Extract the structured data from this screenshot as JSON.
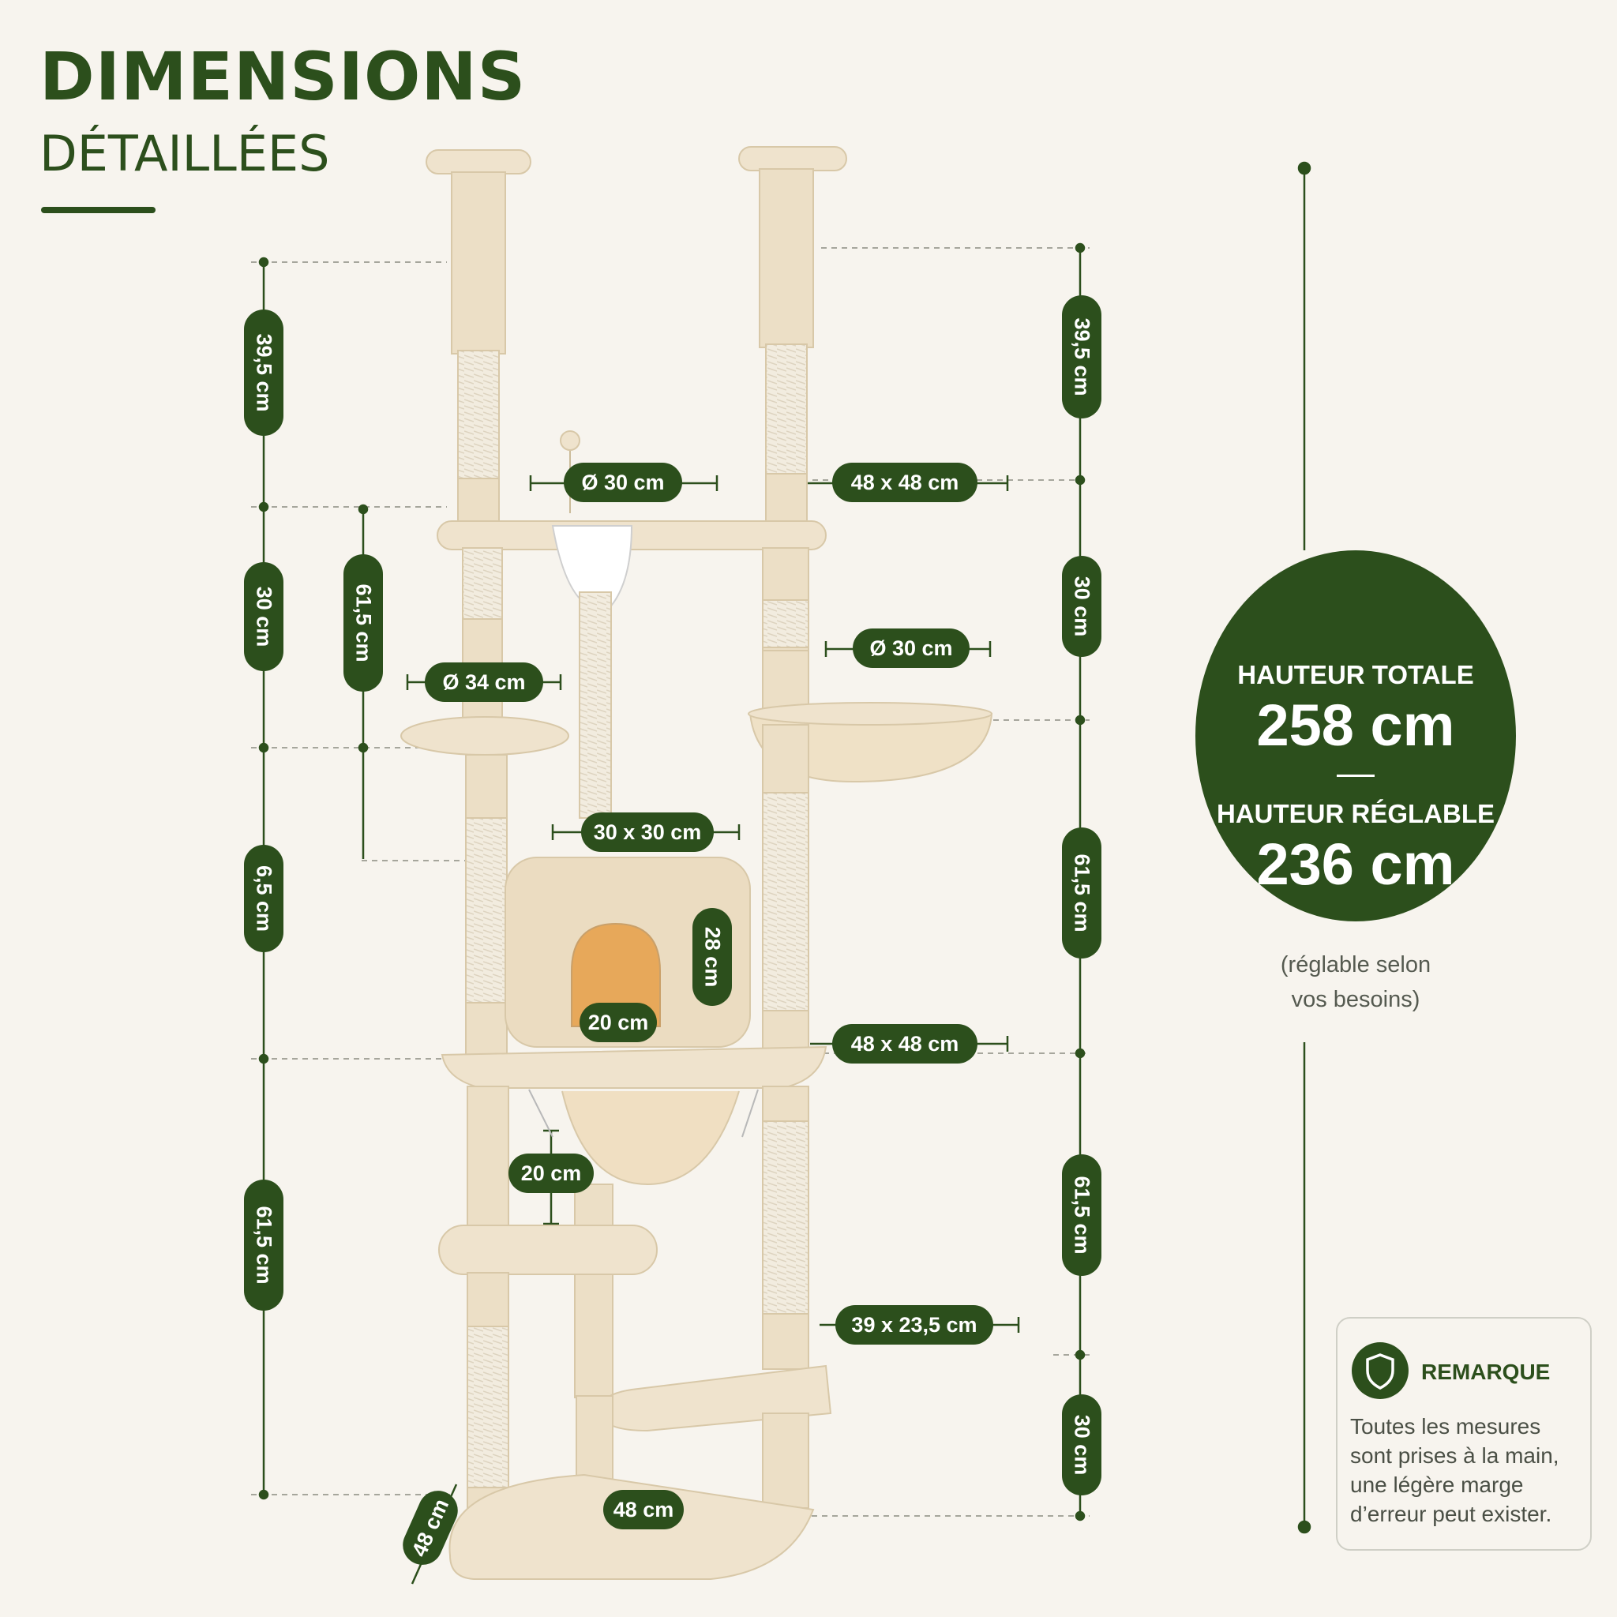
{
  "header": {
    "title": "DIMENSIONS",
    "subtitle": "DÉTAILLÉES"
  },
  "left_heights": [
    "39,5 cm",
    "30 cm",
    "6,5 cm",
    "61,5 cm"
  ],
  "left_inner_height": "61,5 cm",
  "right_heights": [
    "39,5 cm",
    "30 cm",
    "61,5 cm",
    "61,5 cm",
    "30 cm"
  ],
  "sizes": {
    "top_bowl_diameter": "Ø 30 cm",
    "top_platform": "48 x 48 cm",
    "small_round_platform": "Ø 34 cm",
    "basket_diameter": "Ø 30 cm",
    "condo_top": "30 x 30 cm",
    "condo_height": "28 cm",
    "condo_door": "20 cm",
    "middle_platform": "48 x 48 cm",
    "hammock_gap": "20 cm",
    "step_platform": "39 x 23,5 cm",
    "base_width": "48 cm",
    "base_depth": "48 cm"
  },
  "total": {
    "total_label": "HAUTEUR TOTALE",
    "total_value": "258 cm",
    "adjustable_label": "HAUTEUR RÉGLABLE",
    "adjustable_value": "236 cm",
    "note_line1": "(réglable selon",
    "note_line2": "vos besoins)"
  },
  "remark": {
    "title": "REMARQUE",
    "lines": [
      "Toutes les mesures",
      "sont prises à la main,",
      "une légère marge",
      "d’erreur peut exister."
    ]
  },
  "icons": {
    "ruler": "ruler-icon",
    "shield": "shield-icon"
  },
  "colors": {
    "accent": "#2c4f1c",
    "background": "#f7f4ee",
    "plush": "#eee2cc",
    "sisal": "#f1eadb"
  }
}
